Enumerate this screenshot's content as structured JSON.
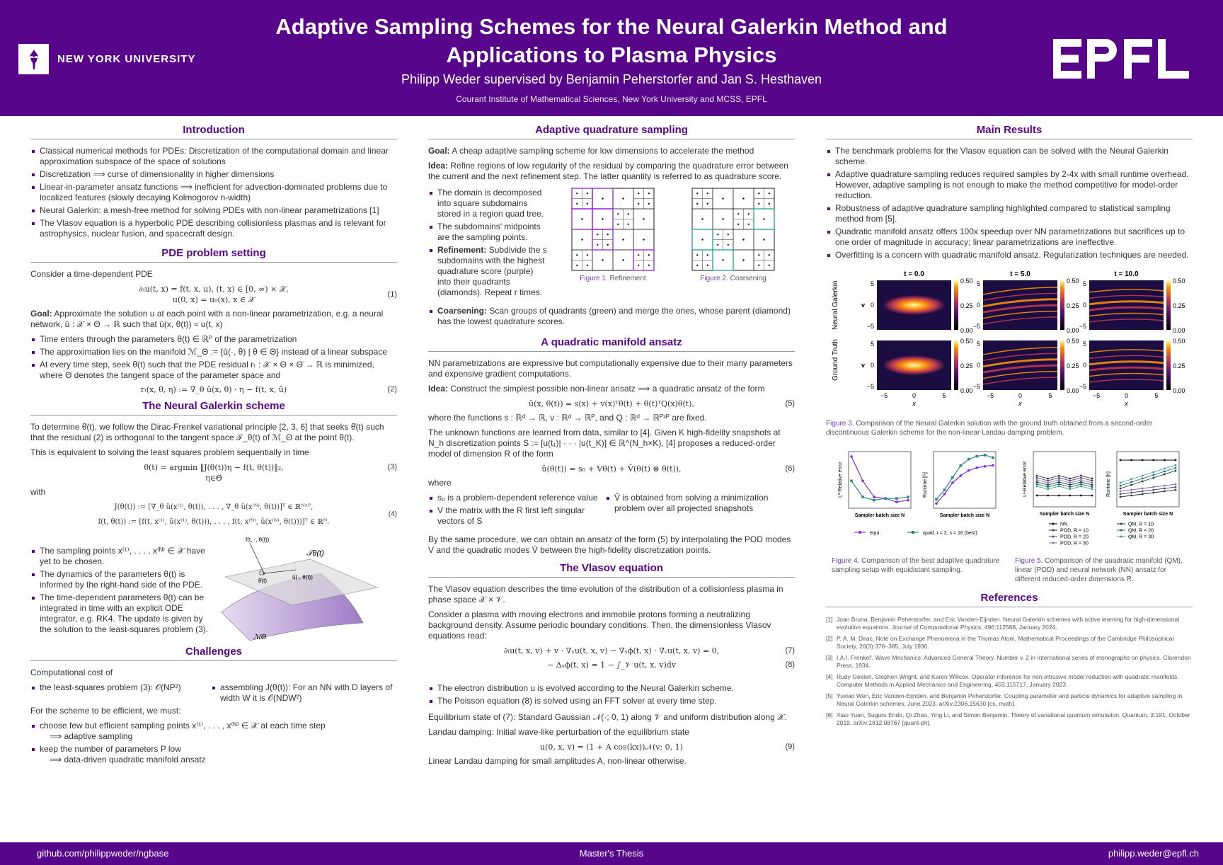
{
  "header": {
    "nyu": "NEW YORK UNIVERSITY",
    "title1": "Adaptive Sampling Schemes for the Neural Galerkin Method and",
    "title2": "Applications to Plasma Physics",
    "authors": "Philipp Weder supervised by Benjamin Peherstorfer and Jan S. Hesthaven",
    "affil": "Courant Institute of Mathematical Sciences, New York University and MCSS, EPFL"
  },
  "footer": {
    "left": "github.com/philippweder/ngbase",
    "center": "Master's Thesis",
    "right": "philipp.weder@epfl.ch"
  },
  "intro": {
    "title": "Introduction",
    "items": [
      "Classical numerical methods for PDEs: Discretization of the computational domain and linear approximation subspace of the space of solutions",
      "Discretization ⟹ curse of dimensionality in higher dimensions",
      "Linear-in-parameter ansatz functions ⟹ inefficient for advection-dominated problems due to localized features (slowly decaying Kolmogorov n-width)",
      "Neural Galerkin: a mesh-free method for solving PDEs with non-linear parametrizations [1]",
      "The Vlasov equation is a hyperbolic PDE describing collisionless plasmas and is relevant for astrophysics, nuclear fusion, and spacecraft design."
    ]
  },
  "pde": {
    "title": "PDE problem setting",
    "intro": "Consider a time-dependent PDE",
    "eq1a": "∂ₜu(t, x) = f(t, x, u),  (t, x) ∈ [0, ∞) × 𝒳,",
    "eq1b": "u(0, x) = u₀(x),       x ∈ 𝒳",
    "n1": "(1)",
    "goal_l": "Goal:",
    "goal": "Approximate the solution u at each point with a non-linear parametrization, e.g. a neural network, û : 𝒳 × Θ → ℝ such that û(x, θ(t)) ≈ u(t, x)",
    "items": [
      "Time enters through the parameters θ(t) ∈ ℝᴾ of the parametrization",
      "The approximation lies on the manifold ℳ_Θ := {û(·, θ) | θ ∈ Θ} instead of a linear subspace",
      "At every time step, seek θ̇(t) such that the PDE residual rₜ : 𝒳 × Θ × Θ̇ → ℝ is minimized, where Θ̇ denotes the tangent space of the parameter space and"
    ],
    "eq2": "rₜ(x, θ, η) := ∇_θ û(x, θ) · η − f(t, x, û)",
    "n2": "(2)"
  },
  "ng": {
    "title": "The Neural Galerkin scheme",
    "p1": "To determine θ̇(t), we follow the Dirac-Frenkel variational principle [2, 3, 6] that seeks θ̇(t) such that the residual (2) is orthogonal to the tangent space 𝒯_θ(t) of ℳ_Θ at the point θ(t).",
    "p2": "This is equivalent to solving the least squares problem sequentially in time",
    "eq3a": "θ̇(t) = argmin ‖J(θ(t))η − f(t, θ(t))‖₂,",
    "eq3b": "η∈Θ̇",
    "n3": "(3)",
    "with": "with",
    "eq4a": "J(θ(t)) := [∇_θ û(x⁽¹⁾, θ(t)), . . . , ∇_θ û(x⁽ᴺ⁾, θ(t))]ᵀ ∈ ℝᴺˣᴾ,",
    "eq4b": "f(t, θ(t)) := [f(t, x⁽¹⁾, û(x⁽¹⁾, θ(t))), . . . , f(t, x⁽ᴺ⁾, û(x⁽ᴺ⁾, θ(t)))]ᵀ ∈ ℝᴺ.",
    "n4": "(4)",
    "items": [
      "The sampling points x⁽¹⁾, . . . , x⁽ᴺ⁾ ∈ 𝒳 have yet to be chosen.",
      "The dynamics of the parameters θ(t) is informed by the right-hand side of the PDE.",
      "The time-dependent parameters θ(t) can be integrated in time with an explicit ODE integrator, e.g. RK4. The update is given by the solution to the least-squares problem (3)."
    ],
    "fig": {
      "f": "f(t, ·, θ(t))",
      "T": "𝒯θ(t)",
      "th": "θ̇(t)",
      "u": "û(·, θ(t))",
      "M": "ℳΘ"
    }
  },
  "ch": {
    "title": "Challenges",
    "p1": "Computational cost of",
    "c1": "the least-squares problem  (3): 𝒪(NP²)",
    "c2": "assembling J(θ(t)): For an NN with D layers of width W it is 𝒪(NDW²)",
    "p2": "For the scheme to be efficient, we must:",
    "i1a": "choose few but efficient sampling points x⁽¹⁾, . . . , x⁽ᴺ⁾ ∈ 𝒳 at each time step",
    "i1b": "⟹  adaptive sampling",
    "i2a": "keep the number of parameters P low",
    "i2b": "⟹  data-driven quadratic manifold ansatz"
  },
  "aq": {
    "title": "Adaptive quadrature sampling",
    "goal_l": "Goal:",
    "goal": "A cheap adaptive sampling scheme for low dimensions to accelerate the method",
    "idea_l": "Idea:",
    "idea": "Refine regions of low regularity of the residual by comparing the quadrature error between the current and the next refinement step. The latter quantity is referred to as quadrature score.",
    "items": [
      "The domain is decomposed into square subdomains stored in a region quad tree.",
      "The subdomains' midpoints are the sampling points."
    ],
    "ref_l": "Refinement:",
    "ref": "Subdivide the s subdomains with the highest quadrature score (purple) into their quadrants (diamonds). Repeat r times.",
    "coarse_l": "Coarsening:",
    "coarse": "Scan groups of quadrants (green) and merge the ones, whose parent (diamond) has the lowest quadrature scores.",
    "f1": "Figure 1.",
    "f1t": "Refinement",
    "f2": "Figure 2.",
    "f2t": "Coarsening"
  },
  "qm": {
    "title": "A quadratic manifold ansatz",
    "p1": "NN parametrizations are expressive but computationally expensive due to their many parameters and expensive gradient computations.",
    "idea_l": "Idea:",
    "idea": "Construct the simplest possible non-linear ansatz ⟹ a quadratic ansatz of the form",
    "eq5": "û(x, θ(t)) = s(x) + v(x)ᵀθ(t) + θ(t)ᵀQ(x)θ(t),",
    "n5": "(5)",
    "p2": "where the functions s : ℝᵈ → ℝ, v : ℝᵈ → ℝᴾ, and Q : ℝᵈ → ℝᴾˣᴾ are fixed.",
    "p3": "The unknown functions are learned from data, similar to [4]. Given K high-fidelity snapshots at N_h discretization points S := [u(t₁)| · · · |u(t_K)] ∈ ℝ^(N_h×K), [4] proposes a reduced-order model of dimension R of the form",
    "eq6": "û(θ(t)) = s₀ + Vθ(t) + V̄(θ(t) ⊗ θ(t)),",
    "n6": "(6)",
    "where": "where",
    "i1": "s₀ is a problem-dependent reference value",
    "i2": "V the matrix with the R first left singular vectors of S",
    "i3": "V̄ is obtained from solving a minimization problem over all projected snapshots",
    "p4": "By the same procedure, we can obtain an ansatz of the form (5) by interpolating the POD modes V and the quadratic modes V̄ between the high-fidelity discretization points."
  },
  "vl": {
    "title": "The Vlasov equation",
    "p1": "The Vlasov equation describes the time evolution of the distribution of a collisionless plasma in phase space 𝒳 × 𝒱.",
    "p2": "Consider a plasma with moving electrons and immobile protons forming a neutralizing background density. Assume periodic boundary conditions. Then, the dimensionless Vlasov equations read:",
    "eq7": "∂ₜu(t, x, v) + v · ∇ₓu(t, x, v) − ∇ₓϕ(t, x) · ∇ᵥu(t, x, v) = 0,",
    "n7": "(7)",
    "eq8": "− Δₓϕ(t, x) = 1 − ∫_𝒱 u(t, x, v)dv",
    "n8": "(8)",
    "items": [
      "The electron distribution u is evolved according to the Neural Galerkin scheme.",
      "The Poisson equation  (8) is solved using an FFT solver at every time step."
    ],
    "p3": "Equilibrium state of (7): Standard Gaussian 𝒩(·; 0, 1) along 𝒱 and uniform distribution along 𝒳.",
    "p4": "Landau damping: Initial wave-like perturbation of the equilibrium state",
    "eq9": "u(0, x, v) = (1 + A cos(kx))𝒩(v; 0, 1)",
    "n9": "(9)",
    "p5": "Linear Landau damping for small amplitudes A, non-linear otherwise."
  },
  "mr": {
    "title": "Main Results",
    "items": [
      "The benchmark problems for the Vlasov equation can be solved with the Neural Galerkin scheme.",
      "Adaptive quadrature sampling reduces required samples by 2-4x with small runtime overhead. However, adaptive sampling is not enough to make the method competitive for model-order reduction.",
      "Robustness of adaptive quadrature sampling highlighted compared to statistical sampling method from [5].",
      "Quadratic manifold ansatz offers 100x speedup over NN parametrizations but sacrifices up to one order of magnitude in accuracy; linear parametrizations are ineffective.",
      "Overfitting is a concern with quadratic manifold ansatz. Regularization techniques are needed."
    ],
    "f3": "Figure 3.",
    "f3t": "Comparison of the Neural Galerkin solution with the ground truth obtained from a second-order discontinuous Galerkin scheme for the non-linear Landau damping problem.",
    "f4": "Figure 4.",
    "f4t": "Comparison of the best adaptive quadrature sampling setup with equidistant sampling.",
    "f5": "Figure 5.",
    "f5t": "Comparison of the quadratic manifold (QM), linear (POD) and neural network (NN) ansatz for different reduced-order dimensions R."
  },
  "chart_data": [
    {
      "type": "heatmap",
      "titles": [
        "t = 0.0",
        "t = 5.0",
        "t = 10.0"
      ],
      "row_labels": [
        "Neural Galerkin",
        "Ground Truth"
      ],
      "xlabel": "x",
      "ylabel": "v",
      "xticks": [
        "−5",
        "0",
        "5"
      ],
      "yticks": [
        "5",
        "0",
        "−5"
      ],
      "colorbar": [
        "0.50",
        "0.25",
        "0.00"
      ]
    },
    {
      "type": "line",
      "xlabel": "Sampler batch size N",
      "ylabel": "L²-Relative error",
      "ylabel2": "Runtime [h]",
      "legend": [
        "equi.",
        "quad. r = 2, s = 16 (best)"
      ],
      "colors": [
        "#8a2be2",
        "#2a8a78"
      ],
      "err": {
        "equi": [
          0.12,
          0.03,
          0.012,
          0.011,
          0.009,
          0.01
        ],
        "quad": [
          0.03,
          0.012,
          0.01,
          0.011,
          0.011,
          0.012
        ]
      },
      "rt": {
        "equi": [
          0.08,
          0.2,
          0.6,
          1.2,
          2.0,
          2.6,
          3.0,
          3.3
        ],
        "quad": [
          0.12,
          0.3,
          1.0,
          3.2,
          6.0,
          8.0,
          9.0,
          7.0
        ]
      }
    },
    {
      "type": "line",
      "xlabel": "Sampler batch size N",
      "ylabel": "L²-Relative error",
      "ylabel2": "Runtime [h]",
      "legend": [
        "NN",
        "POD, R = 10",
        "POD, R = 20",
        "POD, R = 30",
        "QM, R = 10",
        "QM, R = 20",
        "QM, R = 30"
      ]
    }
  ],
  "refs": {
    "title": "References",
    "items": [
      [
        "[1]",
        "Joan Bruna, Benjamin Peherstorfer, and Eric Vanden-Eijnden. Neural Galerkin schemes with active learning for high-dimensional evolution equations. Journal of Computational Physics, 496:112588, January 2024."
      ],
      [
        "[2]",
        "P. A. M. Dirac. Note on Exchange Phenomena in the Thomas Atom. Mathematical Proceedings of the Cambridge Philosophical Society, 26(3):376–385, July 1930."
      ],
      [
        "[3]",
        "I.A.I. Frenkel'. Wave Mechanics: Advanced General Theory. Number v. 2 in International series of monographs on physics. Clarendon Press, 1934."
      ],
      [
        "[4]",
        "Rudy Geelen, Stephen Wright, and Karen Willcox. Operator inference for non-intrusive model reduction with quadratic manifolds. Computer Methods in Applied Mechanics and Engineering, 403:115717, January 2023."
      ],
      [
        "[5]",
        "Yuxiao Wen, Eric Vanden-Eijnden, and Benjamin Peherstorfer. Coupling parameter and particle dynamics for adaptive sampling in Neural Galerkin schemes, June 2023. arXiv:2306.15630 [cs, math]."
      ],
      [
        "[6]",
        "Xiao Yuan, Suguru Endo, Qi Zhao, Ying Li, and Simon Benjamin. Theory of variational quantum simulation. Quantum, 3:191, October 2019. arXiv:1812.08767 [quant-ph]."
      ]
    ]
  }
}
